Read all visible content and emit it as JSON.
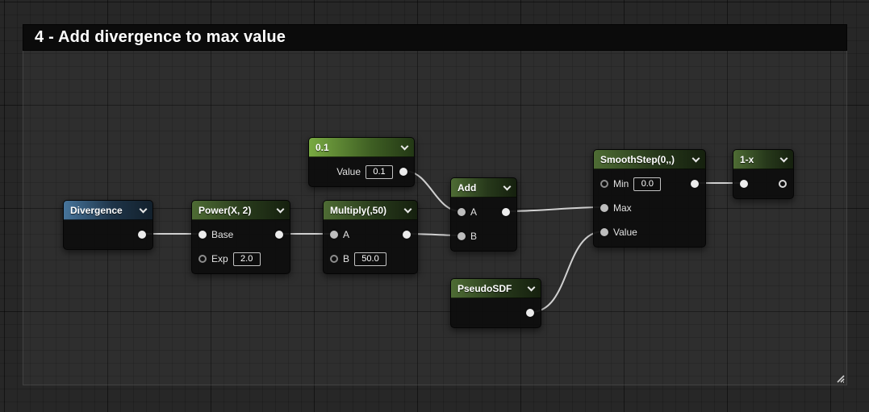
{
  "comment": {
    "title": "4 - Add divergence to max value"
  },
  "nodes": {
    "divergence": {
      "title": "Divergence"
    },
    "power": {
      "title": "Power(X, 2)",
      "base_label": "Base",
      "exp_label": "Exp",
      "exp_value": "2.0"
    },
    "multiply": {
      "title": "Multiply(,50)",
      "a_label": "A",
      "b_label": "B",
      "b_value": "50.0"
    },
    "const01": {
      "title": "0.1",
      "value_label": "Value",
      "value": "0.1"
    },
    "add": {
      "title": "Add",
      "a_label": "A",
      "b_label": "B"
    },
    "pseudosdf": {
      "title": "PseudoSDF"
    },
    "smoothstep": {
      "title": "SmoothStep(0,,)",
      "min_label": "Min",
      "min_value": "0.0",
      "max_label": "Max",
      "value_label": "Value"
    },
    "oneminusx": {
      "title": "1-x"
    }
  },
  "icons": {
    "node_collapse": "chevron-down",
    "comment_resize": "resize-grip"
  },
  "colors": {
    "background": "#272727",
    "comment_titlebar": "#0b0b0b",
    "header_green": "#4e6c34",
    "header_green_bright": "#79aa42",
    "header_blue": "#47759c",
    "wire": "#d9d9d9",
    "pin_connected": "#ececec",
    "pin_unconnected": "#8d8d8d"
  }
}
